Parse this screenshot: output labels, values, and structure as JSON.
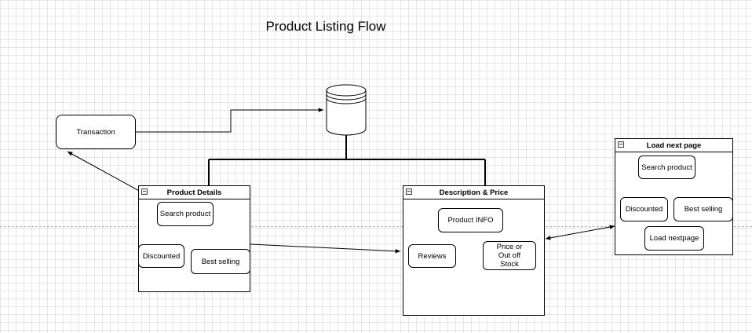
{
  "diagram": {
    "title": "Product Listing  Flow",
    "transaction_label": "Transaction",
    "database_icon": "database-cylinder"
  },
  "product_details": {
    "header": "Product Details",
    "search": "Search product",
    "discounted": "Discounted",
    "best_selling": "Best selling"
  },
  "description_price": {
    "header": "Description & Price",
    "product_info": "Product INFO",
    "reviews": "Reviews",
    "price_stock": "Price or Out off Stock"
  },
  "load_next_page": {
    "header": "Load next page",
    "search": "Search product",
    "discounted": "Discounted",
    "best_selling": "Best selling",
    "load_next": "Load nextpage"
  }
}
